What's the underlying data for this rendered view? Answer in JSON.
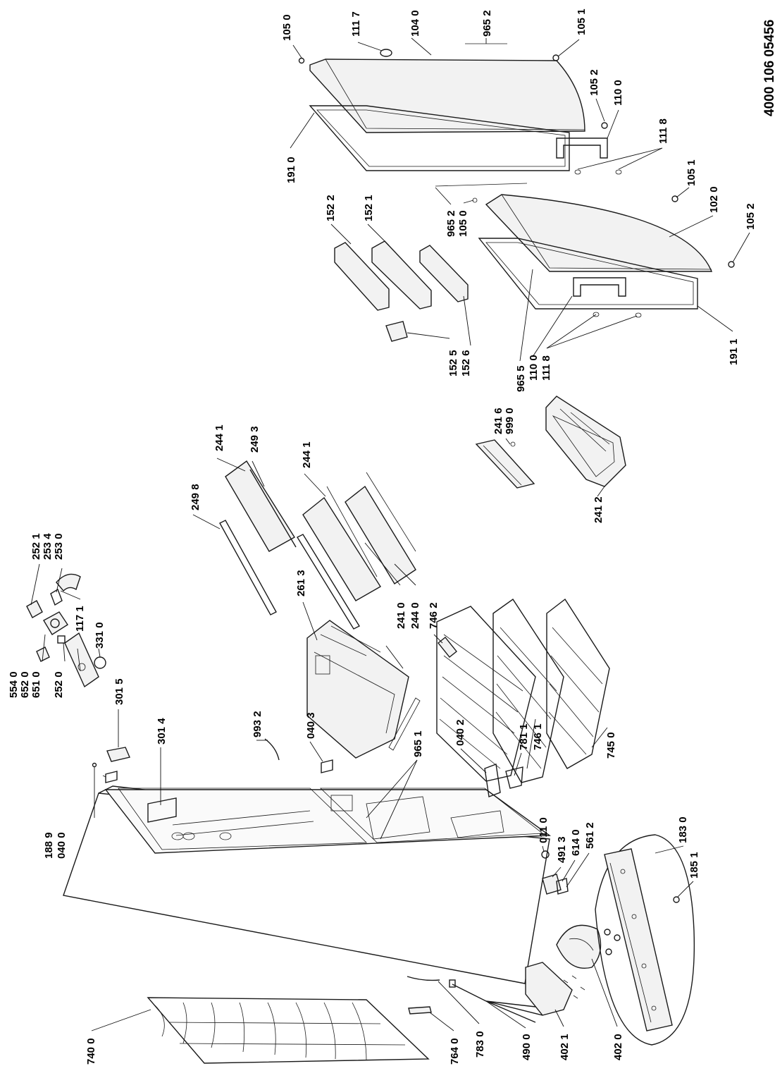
{
  "document_number": "4000 106 05456",
  "labels": {
    "l1050a": "105 0",
    "l1117": "111 7",
    "l1040": "104 0",
    "l9652a": "965 2",
    "l1051a": "105 1",
    "l1052a": "105 2",
    "l1100a": "110 0",
    "l1118a": "111 8",
    "l1051b": "105 1",
    "l1910": "191 0",
    "l9652b": "965 2",
    "l1050b": "105 0",
    "l1020": "102 0",
    "l1052b": "105 2",
    "l1522": "152 2",
    "l1521": "152 1",
    "l1525": "152 5",
    "l1526": "152 6",
    "l9655": "965 5",
    "l1100b": "110 0",
    "l1118b": "111 8",
    "l1911": "191 1",
    "l2416": "241 6",
    "l9990": "999 0",
    "l2412": "241 2",
    "l2441a": "244 1",
    "l2493": "249 3",
    "l2498": "249 8",
    "l2441b": "244 1",
    "l2410": "241 0",
    "l2440": "244 0",
    "l7462": "746 2",
    "l2613": "261 3",
    "l2521": "252 1",
    "l2534": "253 4",
    "l2530": "253 0",
    "l1171": "117 1",
    "l5540": "554 0",
    "l6520": "652 0",
    "l6510": "651 0",
    "l2520": "252 0",
    "l3310": "331 0",
    "l3015": "301 5",
    "l9932": "993 2",
    "l0403": "040 3",
    "l1889": "188 9",
    "l0400": "040 0",
    "l3014": "301 4",
    "l0402": "040 2",
    "l7811": "781 1",
    "l7461": "746 1",
    "l7450": "745 0",
    "l9651": "965 1",
    "l0110": "011 0",
    "l4913": "491 3",
    "l6140": "614 0",
    "l5612": "561 2",
    "l1830": "183 0",
    "l1851": "185 1",
    "l7400": "740 0",
    "l7640": "764 0",
    "l7830": "783 0",
    "l4900": "490 0",
    "l4021": "402 1",
    "l4020": "402 0"
  }
}
